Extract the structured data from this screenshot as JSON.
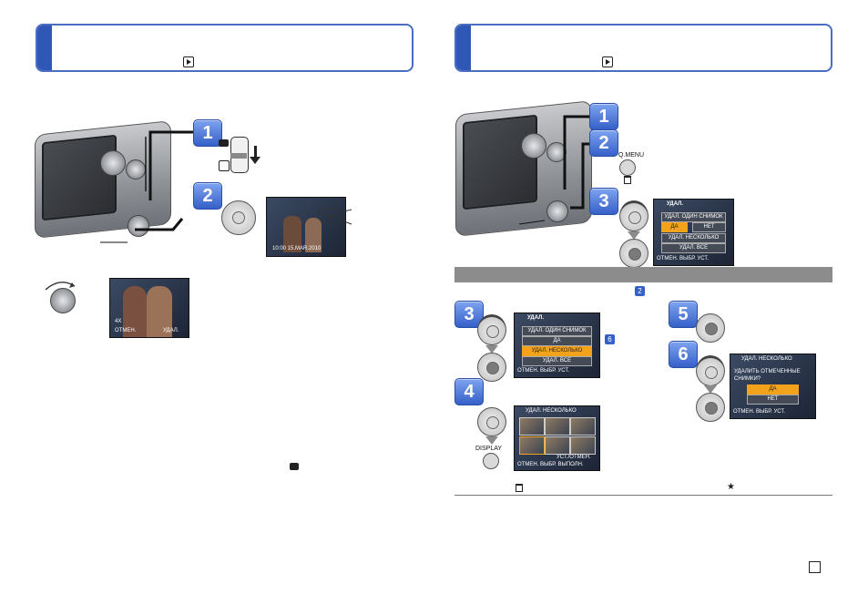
{
  "left_page": {
    "step1": "1",
    "step2": "2",
    "screen_date": "10:00 15.MAR.2010",
    "zoom_screen": {
      "zoom": "4X",
      "cancel": "ОТМЕН.",
      "delete": "УДАЛ."
    }
  },
  "right_page": {
    "step1": "1",
    "step2": "2",
    "step3": "3",
    "qmenu_label": "Q.MENU",
    "delete_screen": {
      "title": "УДАЛ.",
      "line1": "УДАЛ. ОДИН СНИМОК",
      "yes": "ДА",
      "no": "НЕТ",
      "multi": "УДАЛ. НЕСКОЛЬКО",
      "all": "УДАЛ. ВСЕ",
      "footer": "ОТМЕН. ВЫБР. УСТ."
    },
    "section_ref": "2",
    "sub": {
      "step3": "3",
      "step4": "4",
      "step5": "5",
      "step6": "6",
      "ref6": "6",
      "display_label": "DISPLAY",
      "multi_screen": {
        "title": "УДАЛ. НЕСКОЛЬКО",
        "set_cancel": "УСТ./ОТМЕН.",
        "footer": "ОТМЕН. ВЫБР. ВЫПОЛН."
      },
      "confirm_screen": {
        "title": "УДАЛ. НЕСКОЛЬКО",
        "question": "УДАЛИТЬ ОТМЕЧЕННЫЕ СНИМКИ?",
        "yes": "ДА",
        "no": "НЕТ",
        "footer": "ОТМЕН. ВЫБР. УСТ."
      }
    }
  }
}
